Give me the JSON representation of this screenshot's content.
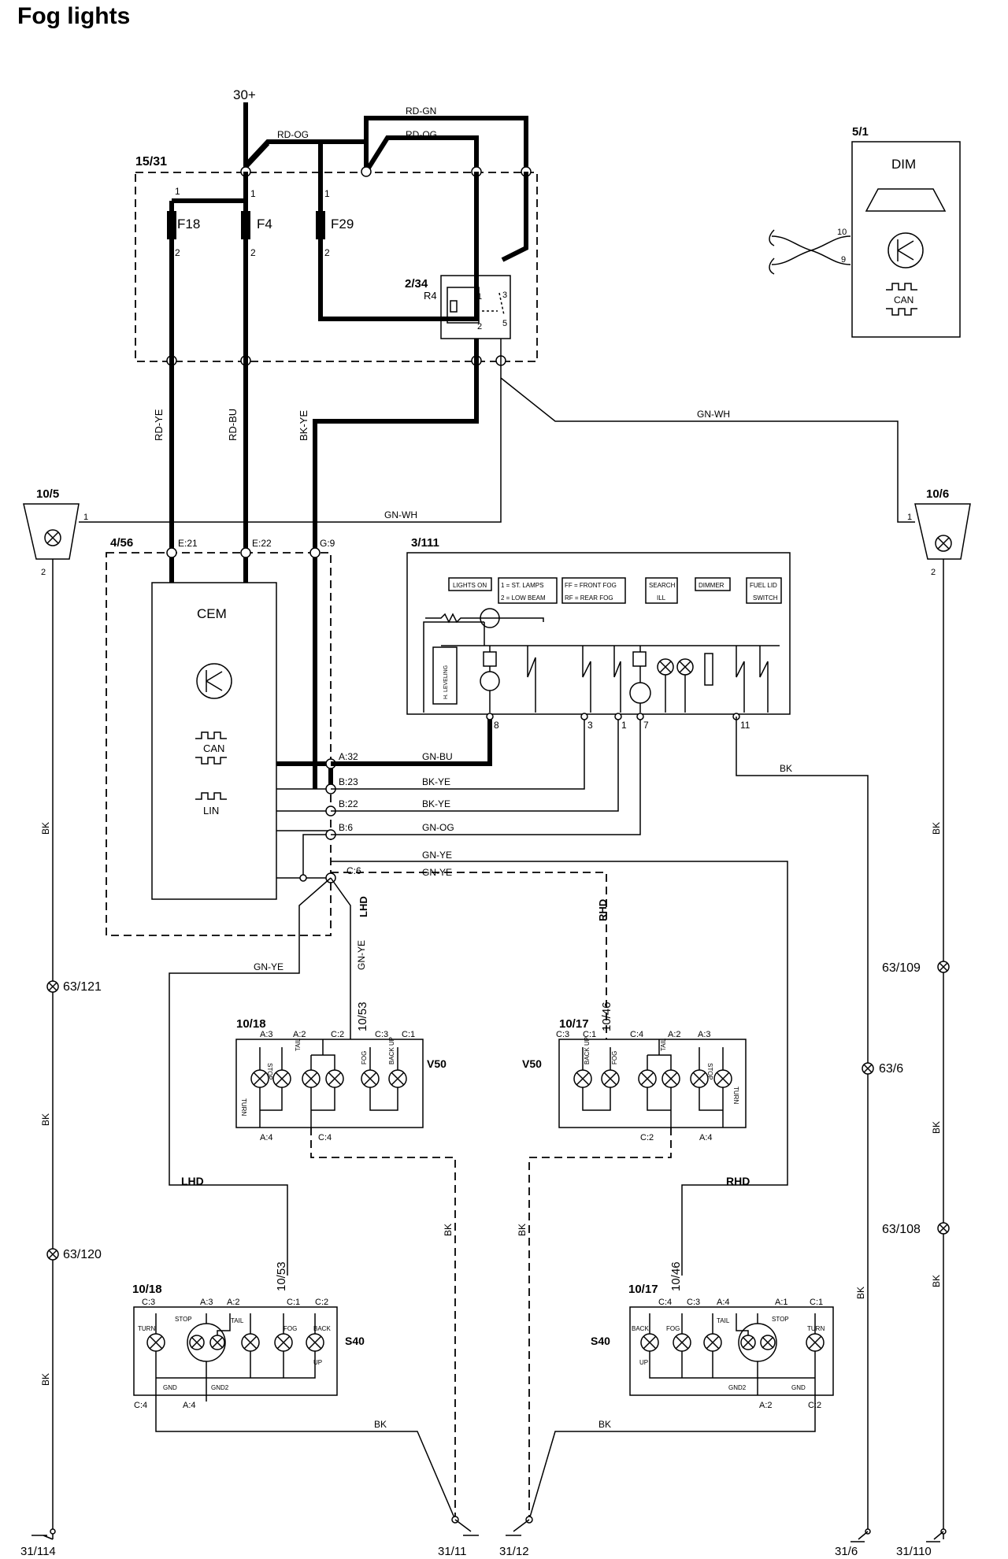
{
  "title": "Fog lights",
  "supply": "30+",
  "components": {
    "fusebox": "15/31",
    "fuse_f18": "F18",
    "fuse_f4": "F4",
    "fuse_f29": "F29",
    "relay_id": "2/34",
    "relay_name": "R4",
    "dim_id": "5/1",
    "dim_name": "DIM",
    "cem_id": "4/56",
    "cem_name": "CEM",
    "switch_id": "3/111",
    "front_left": "10/5",
    "front_right": "10/6",
    "rear_left_v50": "10/18",
    "rear_right_v50": "10/17",
    "rear_left_s40": "10/18",
    "rear_right_s40": "10/17"
  },
  "bus": {
    "can": "CAN",
    "lin": "LIN"
  },
  "pins": {
    "p1": "1",
    "p2": "2",
    "p3": "3",
    "p5": "5",
    "p7": "7",
    "p8": "8",
    "p9": "9",
    "p10": "10",
    "p11": "11",
    "e21": "E:21",
    "e22": "E:22",
    "g9": "G:9",
    "a32": "A:32",
    "b23": "B:23",
    "b22": "B:22",
    "b6": "B:6",
    "c6": "C:6",
    "a1": "A:1",
    "a2": "A:2",
    "a3": "A:3",
    "a4": "A:4",
    "c1": "C:1",
    "c2": "C:2",
    "c3": "C:3",
    "c4": "C:4"
  },
  "wires": {
    "rd_gn": "RD-GN",
    "rd_og": "RD-OG",
    "rd_ye": "RD-YE",
    "rd_bu": "RD-BU",
    "bk_ye": "BK-YE",
    "gn_wh": "GN-WH",
    "gn_bu": "GN-BU",
    "gn_og": "GN-OG",
    "gn_ye": "GN-YE",
    "bk": "BK"
  },
  "switch_labels": {
    "lights_on": "LIGHTS ON",
    "st_lamps": "1 = ST. LAMPS",
    "low_beam": "2 = LOW BEAM",
    "front_fog": "FF = FRONT FOG",
    "rear_fog": "RF = REAR FOG",
    "search": "SEARCH",
    "ill": "ILL",
    "dimmer": "DIMMER",
    "fuel_lid": "FUEL LID",
    "switch": "SWITCH",
    "h_leveling": "H. LEVELING"
  },
  "bulb_labels": {
    "turn": "TURN",
    "stop": "STOP",
    "tail": "TAIL",
    "fog": "FOG",
    "back": "BACK",
    "up": "UP",
    "back_up": "BACK UP",
    "gnd": "GND",
    "gnd2": "GND2"
  },
  "variants": {
    "v50": "V50",
    "s40": "S40",
    "lhd": "LHD",
    "rhd": "RHD"
  },
  "splices": {
    "s63_121": "63/121",
    "s63_120": "63/120",
    "s63_109": "63/109",
    "s63_6": "63/6",
    "s63_108": "63/108",
    "w10_53": "10/53",
    "w10_46": "10/46"
  },
  "grounds": {
    "g31_114": "31/114",
    "g31_11": "31/11",
    "g31_12": "31/12",
    "g31_6": "31/6",
    "g31_110": "31/110"
  }
}
